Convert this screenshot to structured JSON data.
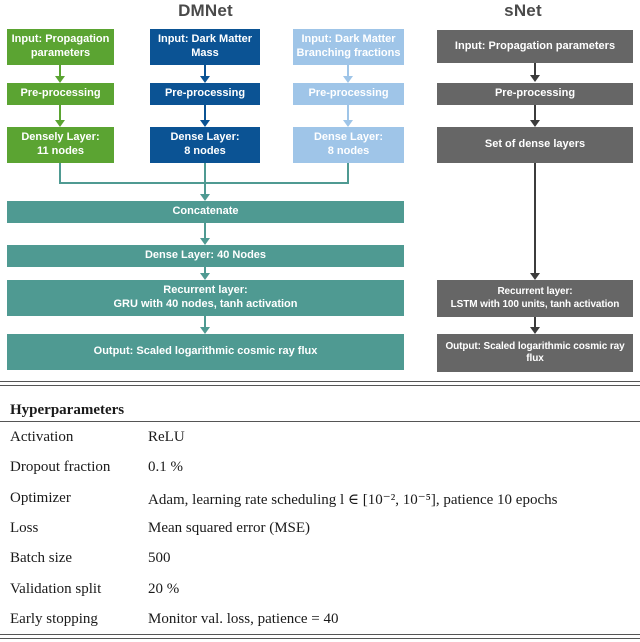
{
  "titles": {
    "dmnet": "DMNet",
    "snet": "sNet"
  },
  "colors": {
    "green": "#5ba432",
    "blue": "#0b5394",
    "lightblue": "#9fc5e8",
    "gray": "#666666",
    "teal": "#4f9a92",
    "arrowgray": "#3c3c3c",
    "title": "#4a4a4a",
    "rule": "#555555"
  },
  "dmnet": {
    "green": {
      "input": "Input: Propagation\nparameters",
      "pre": "Pre-processing",
      "dense": "Densely Layer:\n11 nodes"
    },
    "blue": {
      "input": "Input: Dark Matter\nMass",
      "pre": "Pre-processing",
      "dense": "Dense Layer:\n8 nodes"
    },
    "lightblue": {
      "input": "Input: Dark Matter\nBranching fractions",
      "pre": "Pre-processing",
      "dense": "Dense Layer:\n8 nodes"
    },
    "merged": {
      "concatenate": "Concatenate",
      "dense40": "Dense Layer: 40 Nodes",
      "recurrent": "Recurrent layer:\nGRU with 40 nodes, tanh activation",
      "output": "Output: Scaled logarithmic cosmic ray flux"
    }
  },
  "snet": {
    "input": "Input: Propagation parameters",
    "pre": "Pre-processing",
    "dense_set": "Set of dense layers",
    "recurrent": "Recurrent layer:\nLSTM with 100 units, tanh activation",
    "output": "Output: Scaled logarithmic cosmic ray\nflux"
  },
  "table": {
    "header": "Hyperparameters",
    "rows": [
      {
        "label": "Activation",
        "value": "ReLU"
      },
      {
        "label": "Dropout fraction",
        "value": "0.1 %"
      },
      {
        "label": "Optimizer",
        "value": "Adam, learning rate scheduling l ∈ [10⁻², 10⁻⁵], patience 10 epochs"
      },
      {
        "label": "Loss",
        "value": "Mean squared error (MSE)"
      },
      {
        "label": "Batch size",
        "value": "500"
      },
      {
        "label": "Validation split",
        "value": "20 %"
      },
      {
        "label": "Early stopping",
        "value": "Monitor val. loss, patience = 40"
      }
    ]
  }
}
